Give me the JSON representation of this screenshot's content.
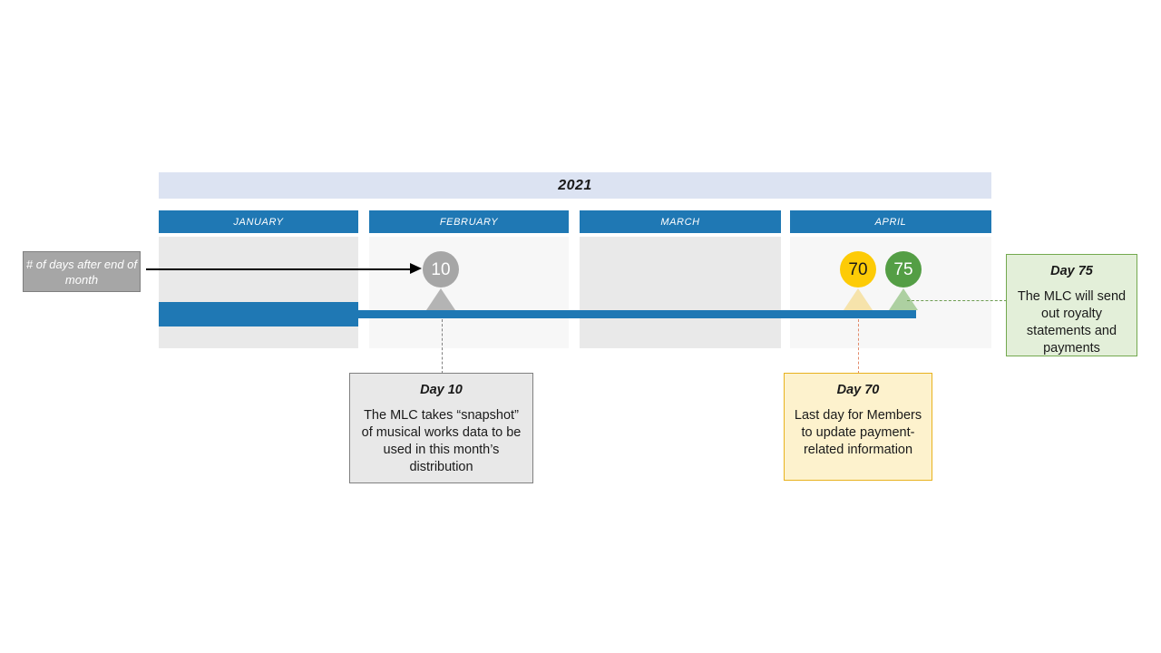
{
  "timeline": {
    "year_label": "2021",
    "accent_blue": "#1f78b4",
    "year_bar_fill": "#dce3f2",
    "months": [
      {
        "name": "JANUARY",
        "shade": "dark"
      },
      {
        "name": "FEBRUARY",
        "shade": "light"
      },
      {
        "name": "MARCH",
        "shade": "dark"
      },
      {
        "name": "APRIL",
        "shade": "light"
      }
    ]
  },
  "axis_note": {
    "text": "# of days after end of month",
    "fill": "#a6a6a6",
    "text_color": "#ffffff"
  },
  "markers": [
    {
      "day": "10",
      "color": "#a6a6a6",
      "month": "FEBRUARY"
    },
    {
      "day": "70",
      "color": "#fdcb06",
      "month": "APRIL"
    },
    {
      "day": "75",
      "color": "#549e45",
      "month": "APRIL"
    }
  ],
  "callouts": [
    {
      "title": "Day 10",
      "body": "The MLC takes “snapshot” of musical works data to be used in this month’s distribution",
      "fill": "#e8e8e8",
      "border": "#808080"
    },
    {
      "title": "Day 70",
      "body": "Last day for Members to update payment-related information",
      "fill": "#fdf2cd",
      "border": "#e8b21e"
    },
    {
      "title": "Day 75",
      "body": "The MLC will send out royalty statements and payments",
      "fill": "#e3efd9",
      "border": "#73a94f"
    }
  ]
}
